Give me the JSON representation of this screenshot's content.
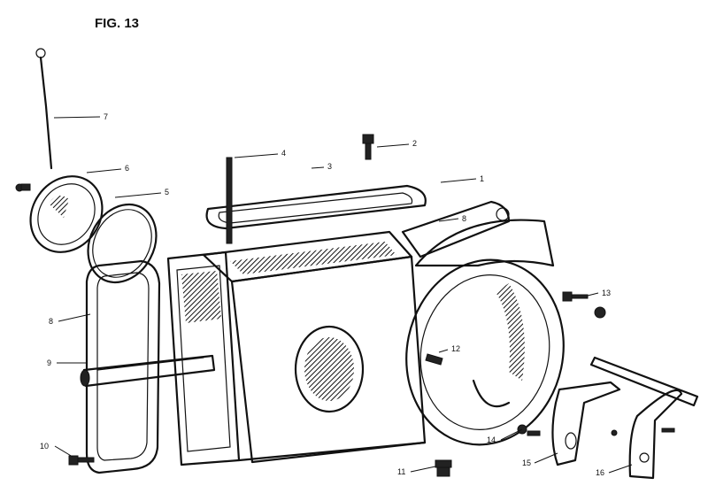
{
  "figure": {
    "title": "FIG. 13"
  },
  "callouts": [
    {
      "id": "c1",
      "label": "1"
    },
    {
      "id": "c2",
      "label": "2"
    },
    {
      "id": "c3",
      "label": "3"
    },
    {
      "id": "c4",
      "label": "4"
    },
    {
      "id": "c5",
      "label": "5"
    },
    {
      "id": "c6",
      "label": "6"
    },
    {
      "id": "c7",
      "label": "7"
    },
    {
      "id": "c8",
      "label": "8"
    },
    {
      "id": "c8b",
      "label": "8"
    },
    {
      "id": "c9",
      "label": "9"
    },
    {
      "id": "c10",
      "label": "10"
    },
    {
      "id": "c11",
      "label": "11"
    },
    {
      "id": "c12",
      "label": "12"
    },
    {
      "id": "c13",
      "label": "13"
    },
    {
      "id": "c14",
      "label": "14"
    },
    {
      "id": "c15",
      "label": "15"
    },
    {
      "id": "c16",
      "label": "16"
    }
  ]
}
